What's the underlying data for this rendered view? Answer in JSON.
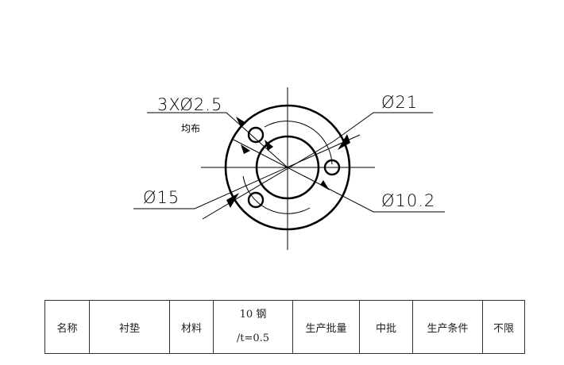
{
  "drawing": {
    "holes_label": "3XØ2.5",
    "holes_note": "均布",
    "outer_dia_label": "Ø21",
    "bolt_circle_label": "Ø15",
    "inner_dia_label": "Ø10.2"
  },
  "spec_table": {
    "cells": [
      "名称",
      "衬垫",
      "材料",
      "10 钢",
      "/t=0.5",
      "生产批量",
      "中批",
      "生产条件",
      "不限"
    ]
  }
}
